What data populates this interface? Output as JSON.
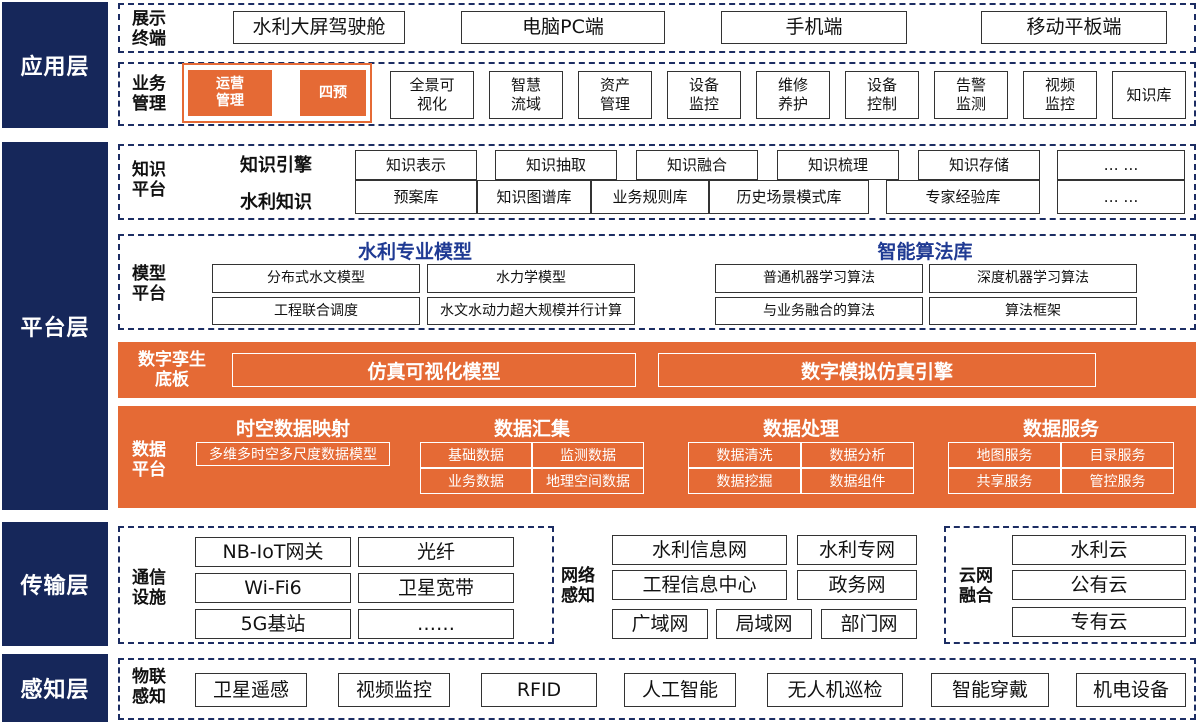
{
  "layers": {
    "app": "应用层",
    "platform": "平台层",
    "transport": "传输层",
    "sense": "感知层"
  },
  "display": {
    "label": "展示\n终端",
    "items": [
      "水利大屏驾驶舱",
      "电脑PC端",
      "手机端",
      "移动平板端"
    ]
  },
  "business": {
    "label": "业务\n管理",
    "highlight": [
      "运营\n管理",
      "四预"
    ],
    "items": [
      "全景可\n视化",
      "智慧\n流域",
      "资产\n管理",
      "设备\n监控",
      "维修\n养护",
      "设备\n控制",
      "告警\n监测",
      "视频\n监控",
      "知识库"
    ]
  },
  "knowledge": {
    "label": "知识\n平台",
    "engine_label": "知识引擎",
    "water_label": "水利知识",
    "engine_items": [
      "知识表示",
      "知识抽取",
      "知识融合",
      "知识梳理",
      "知识存储"
    ],
    "water_items": [
      "预案库",
      "知识图谱库",
      "业务规则库",
      "历史场景模式库",
      "专家经验库"
    ],
    "more": [
      "… …",
      "… …"
    ]
  },
  "model": {
    "label": "模型\n平台",
    "water_title": "水利专业模型",
    "algo_title": "智能算法库",
    "water_items": [
      "分布式水文模型",
      "水力学模型",
      "工程联合调度",
      "水文水动力超大规模并行计算"
    ],
    "algo_items": [
      "普通机器学习算法",
      "深度机器学习算法",
      "与业务融合的算法",
      "算法框架"
    ]
  },
  "twin": {
    "label": "数字孪生\n底板",
    "items": [
      "仿真可视化模型",
      "数字模拟仿真引擎"
    ]
  },
  "data": {
    "label": "数据\n平台",
    "groups": [
      {
        "title": "时空数据映射",
        "items": [
          "多维多时空多尺度数据模型"
        ]
      },
      {
        "title": "数据汇集",
        "items": [
          "基础数据",
          "监测数据",
          "业务数据",
          "地理空间数据"
        ]
      },
      {
        "title": "数据处理",
        "items": [
          "数据清洗",
          "数据分析",
          "数据挖掘",
          "数据组件"
        ]
      },
      {
        "title": "数据服务",
        "items": [
          "地图服务",
          "目录服务",
          "共享服务",
          "管控服务"
        ]
      }
    ]
  },
  "comm": {
    "label": "通信\n设施",
    "items": [
      "NB-IoT网关",
      "光纤",
      "Wi-Fi6",
      "卫星宽带",
      "5G基站",
      "……"
    ]
  },
  "network": {
    "label": "网络\n感知",
    "items": [
      "水利信息网",
      "水利专网",
      "工程信息中心",
      "政务网",
      "广域网",
      "局域网",
      "部门网"
    ]
  },
  "cloud": {
    "label": "云网\n融合",
    "items": [
      "水利云",
      "公有云",
      "专有云"
    ]
  },
  "iot": {
    "label": "物联\n感知",
    "items": [
      "卫星遥感",
      "视频监控",
      "RFID",
      "人工智能",
      "无人机巡检",
      "智能穿戴",
      "机电设备"
    ]
  }
}
